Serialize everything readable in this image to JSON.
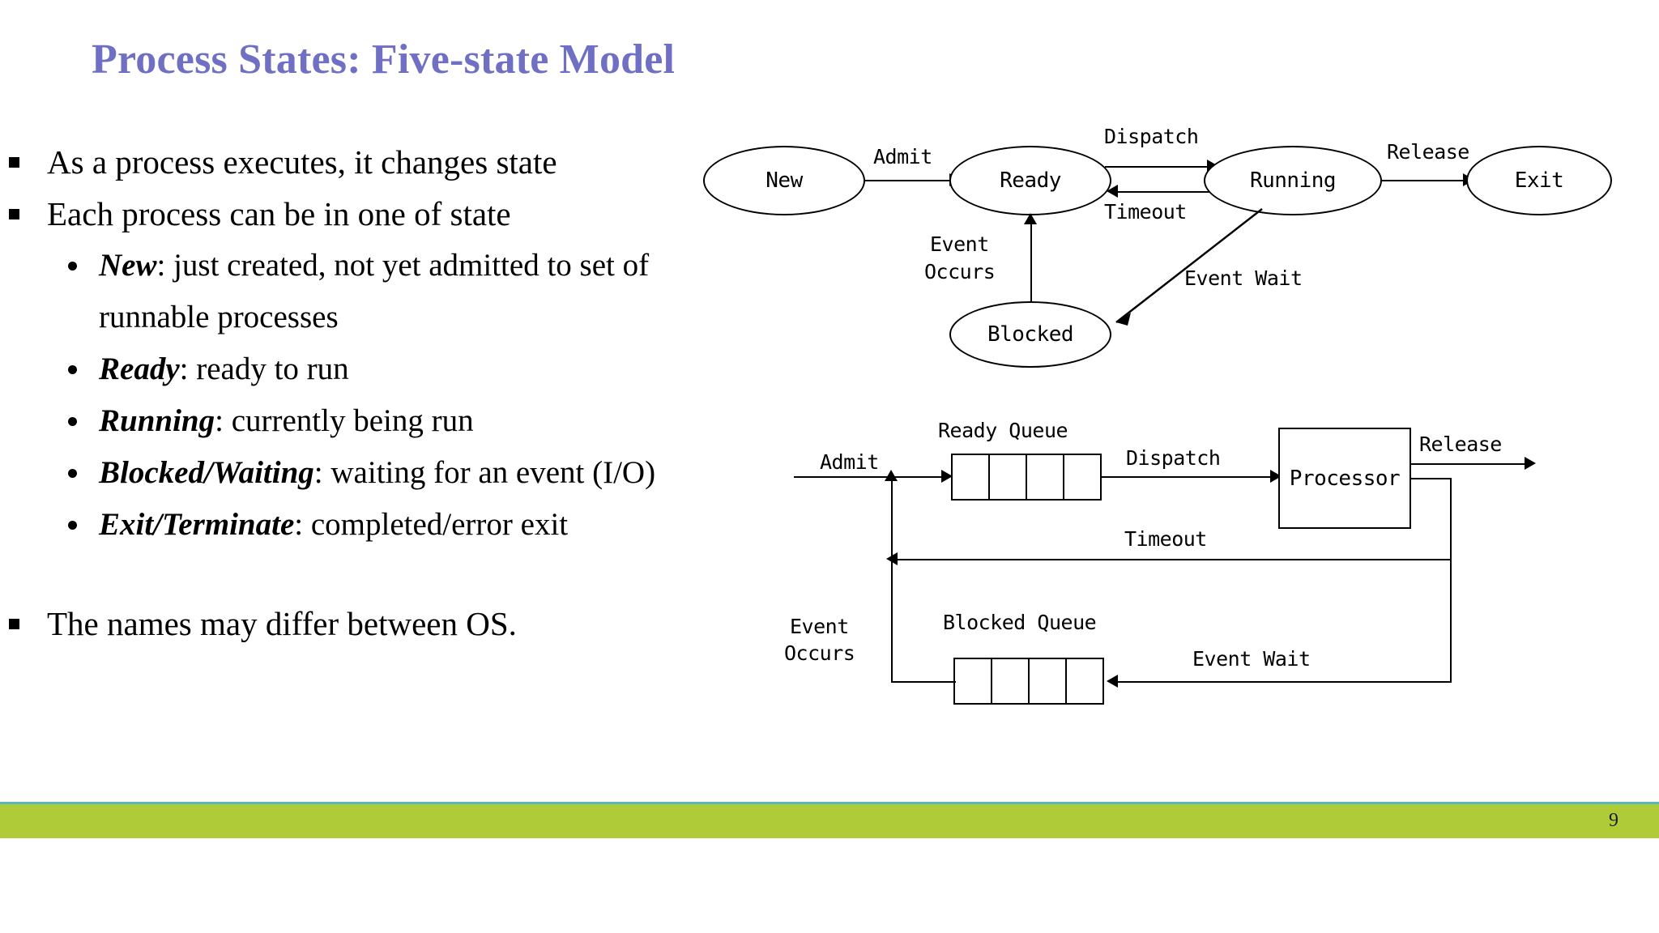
{
  "slide": {
    "title": "Process States: Five-state Model",
    "title_color": "#6F6FC3",
    "page_number": "9",
    "footer_color": "#AFCB37",
    "footer_border_color": "#5AB6C4"
  },
  "bullets": [
    {
      "level": 1,
      "text": "As a process executes, it changes state"
    },
    {
      "level": 1,
      "text": "Each process can be in one of state"
    },
    {
      "level": 2,
      "term": "New",
      "text": ": just created, not yet admitted to set of runnable processes"
    },
    {
      "level": 2,
      "term": "Ready",
      "text": ": ready to run"
    },
    {
      "level": 2,
      "term": "Running",
      "text": ": currently being run"
    },
    {
      "level": 2,
      "term": "Blocked/Waiting",
      "text": ": waiting for an event (I/O)"
    },
    {
      "level": 2,
      "term": "Exit/Terminate",
      "text": ": completed/error exit"
    },
    {
      "level": 1,
      "text": "The names may differ between OS."
    }
  ],
  "state_diagram": {
    "states": [
      {
        "id": "new",
        "label": "New"
      },
      {
        "id": "ready",
        "label": "Ready"
      },
      {
        "id": "running",
        "label": "Running"
      },
      {
        "id": "exit",
        "label": "Exit"
      },
      {
        "id": "blocked",
        "label": "Blocked"
      }
    ],
    "transitions": [
      {
        "id": "admit",
        "label": "Admit",
        "from": "New",
        "to": "Ready"
      },
      {
        "id": "dispatch",
        "label": "Dispatch",
        "from": "Ready",
        "to": "Running"
      },
      {
        "id": "timeout",
        "label": "Timeout",
        "from": "Running",
        "to": "Ready"
      },
      {
        "id": "release",
        "label": "Release",
        "from": "Running",
        "to": "Exit"
      },
      {
        "id": "event-wait",
        "label": "Event Wait",
        "from": "Running",
        "to": "Blocked"
      },
      {
        "id": "event-occurs-1",
        "label": "Event",
        "from": "Blocked",
        "to": "Ready"
      },
      {
        "id": "event-occurs-2",
        "label": "Occurs",
        "from": "Blocked",
        "to": "Ready"
      }
    ]
  },
  "queue_diagram": {
    "ready_queue_label": "Ready Queue",
    "blocked_queue_label": "Blocked Queue",
    "processor_label": "Processor",
    "ready_queue_cells": 4,
    "blocked_queue_cells": 4,
    "labels": [
      {
        "id": "admit",
        "label": "Admit"
      },
      {
        "id": "dispatch",
        "label": "Dispatch"
      },
      {
        "id": "release",
        "label": "Release"
      },
      {
        "id": "timeout",
        "label": "Timeout"
      },
      {
        "id": "event-wait",
        "label": "Event Wait"
      },
      {
        "id": "event-occurs-line1",
        "label": "Event"
      },
      {
        "id": "event-occurs-line2",
        "label": "Occurs"
      }
    ]
  }
}
